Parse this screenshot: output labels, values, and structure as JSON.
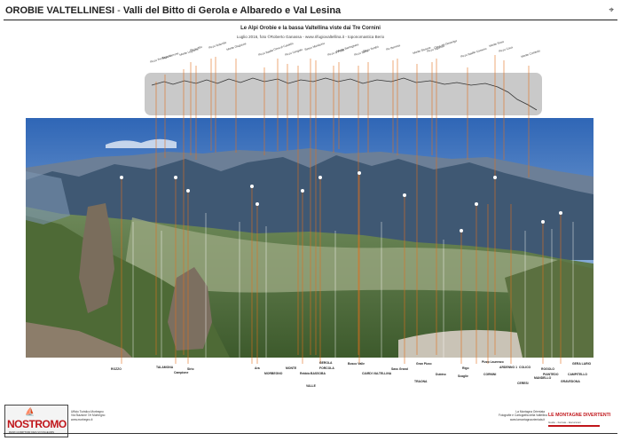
{
  "header": {
    "title_main": "OROBIE VALTELLINESI",
    "title_sep": " - ",
    "title_rest": "Valli del Bitto di Gerola e Albaredo e Val Lesina"
  },
  "panorama": {
    "title": "Le Alpi Orobie e la bassa Valtellina viste dai Tre Cornini",
    "subtitle": "Luglio 2016, foto ©Roberto Ganassa - www.rifugiovaltellina.it - toponomastica Berio"
  },
  "bottom_labels": [
    "ROZZO",
    "TALAMONA",
    "Campione",
    "Sirio",
    "Ara",
    "MORBEGNO",
    "MONTE",
    "Rebbio",
    "GEROLA",
    "FORCOLA",
    "BASSOBA",
    "VALLE",
    "Bosco Valle",
    "CIARDI VALTELLINA",
    "Sass Grand",
    "Gran Pizzo",
    "TRAONA",
    "Dubino",
    "Scaglie",
    "Rigo",
    "Pizzo Laurenzo",
    "CORNINI",
    "ARDENNO 1",
    "COLICO",
    "CERESI",
    "MANDELLO",
    "ROGOLO",
    "PIANTEDO",
    "GRAVEDONA",
    "CAMPITELLO",
    "GERA LARIO"
  ],
  "peaks": [
    "Pizzo Tre Signori",
    "Pizzo Varrone",
    "Monte Legnone",
    "Pizzo Alto",
    "Pizzo Rotondo",
    "Monte Disgrazia",
    "Pizzo Badile",
    "Cima di Castello",
    "Pizzo Cengalo",
    "Sasso Manduino",
    "Pizzo di Prata",
    "Monte Berlinghera",
    "Pizzo Stella",
    "Pizzo Tambò",
    "Piz Bernina",
    "Monte Sissone",
    "Pizzo Ligoncio",
    "Cima del Desenigo",
    "Pizzo Badile Camuno",
    "Monte Rosa",
    "Pizzo Coca",
    "Monte Combolo"
  ],
  "footer": {
    "logo": "NOSTROMO",
    "logo_sub": "RIZZI COMPTOIR DES VOYAGEURS",
    "credit_left": "Ufficio Turistico Morbegno",
    "credit_left_2": "Via Stazione 7/e Morbegno",
    "credit_left_3": "www.morbegno.it",
    "credit_mid": "La Montagna Orientata",
    "credit_mid_2": "Fotografie e Cartografia della Valtellina",
    "credit_mid_3": "www.lamontagnaorientata.it",
    "right_logo": "LE MONTAGNE DIVERTENTI",
    "right_logo_sub": "Guide - Ferrate - Escursioni"
  },
  "colors": {
    "leader_line": "#e0701d",
    "sky_top": "#2f66b6",
    "sky_bottom": "#bcd6ee"
  }
}
